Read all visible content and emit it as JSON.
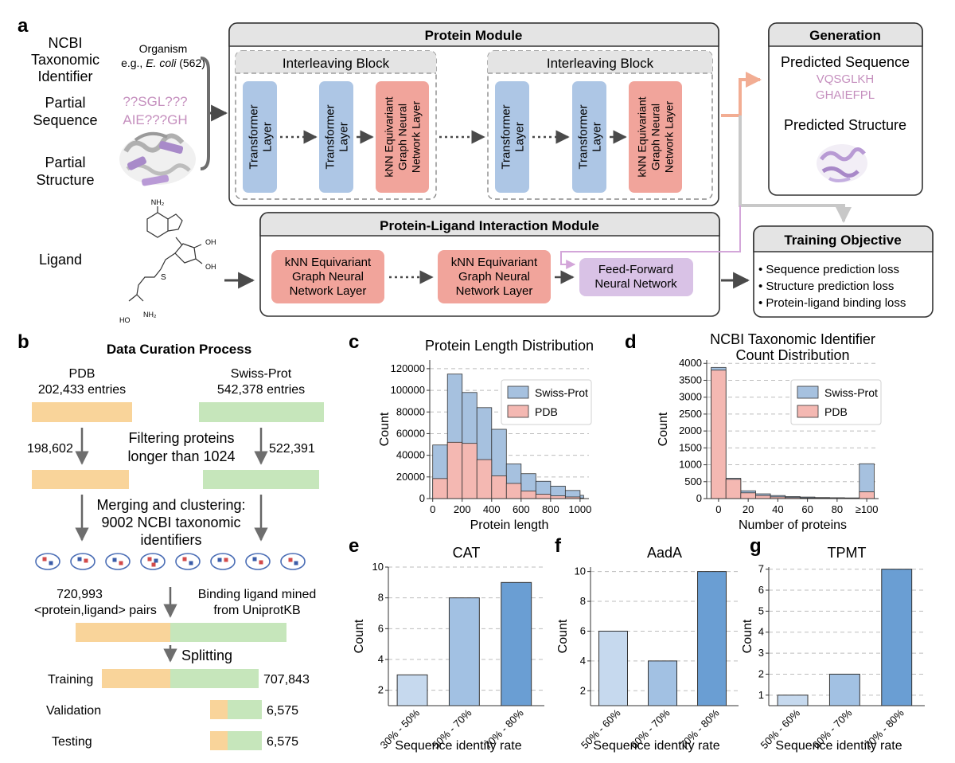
{
  "panel_labels": {
    "a": "a",
    "b": "b",
    "c": "c",
    "d": "d",
    "e": "e",
    "f": "f",
    "g": "g"
  },
  "inputs": {
    "ncbi": [
      "NCBI",
      "Taxonomic",
      "Identifier"
    ],
    "organism_label": "Organism",
    "organism_example": {
      "prefix": "e.g., ",
      "species": "E. coli",
      "suffix": " (562)"
    },
    "partial_sequence_label": [
      "Partial",
      "Sequence"
    ],
    "partial_sequence_value": [
      "??SGL???",
      "AIE???GH"
    ],
    "partial_structure_label": [
      "Partial",
      "Structure"
    ],
    "ligand_label": "Ligand",
    "ligand_atoms": {
      "nh2_top": "NH₂",
      "oh1": "OH",
      "oh2": "OH",
      "s": "S",
      "ho": "HO",
      "nh2_bottom": "NH₂"
    }
  },
  "protein_module": {
    "title": "Protein Module",
    "blocks": [
      {
        "title": "Interleaving Block",
        "layers": [
          [
            "Transformer",
            "Layer"
          ],
          [
            "Transformer",
            "Layer"
          ],
          [
            "kNN Equivariant",
            "Graph Neural",
            "Network Layer"
          ]
        ]
      },
      {
        "title": "Interleaving Block",
        "layers": [
          [
            "Transformer",
            "Layer"
          ],
          [
            "Transformer",
            "Layer"
          ],
          [
            "kNN Equivariant",
            "Graph Neural",
            "Network Layer"
          ]
        ]
      }
    ]
  },
  "interaction_module": {
    "title": "Protein-Ligand Interaction Module",
    "layers": [
      [
        "kNN Equivariant",
        "Graph Neural",
        "Network Layer"
      ],
      [
        "kNN Equivariant",
        "Graph Neural",
        "Network Layer"
      ],
      [
        "Feed-Forward",
        "Neural Network"
      ]
    ]
  },
  "generation": {
    "title": "Generation",
    "seq_label": "Predicted Sequence",
    "seq_value": [
      "VQSGLKH",
      "GHAIEFPL"
    ],
    "struct_label": "Predicted Structure"
  },
  "training_objective": {
    "title": "Training Objective",
    "items": [
      "Sequence prediction loss",
      "Structure prediction loss",
      "Protein-ligand binding loss"
    ]
  },
  "curation": {
    "title": "Data Curation Process",
    "pdb": [
      "PDB",
      "202,433 entries"
    ],
    "swiss": [
      "Swiss-Prot",
      "542,378 entries"
    ],
    "filter_text": [
      "Filtering proteins",
      "longer than 1024"
    ],
    "pdb_after": "198,602",
    "swiss_after": "522,391",
    "merge_text": [
      "Merging and clustering:",
      "9002 NCBI taxonomic",
      "identifiers"
    ],
    "pairs_text": [
      "720,993",
      "<protein,ligand> pairs"
    ],
    "ligand_text": [
      "Binding ligand mined",
      "from UniprotKB"
    ],
    "splitting": "Splitting",
    "splits": [
      {
        "label": "Training",
        "value": "707,843"
      },
      {
        "label": "Validation",
        "value": "6,575"
      },
      {
        "label": "Testing",
        "value": "6,575"
      }
    ]
  },
  "colors": {
    "transformer": "#adc6e5",
    "gnn": "#f1a49b",
    "ffn": "#d9c2e6",
    "orange": "#f9d49a",
    "green": "#c6e6bb",
    "swiss": "#a6c1df",
    "pdb": "#f4b8b2",
    "purple_text": "#c58fbe",
    "arrow_salmon": "#f2ad93",
    "arrow_gray": "#c8c8c8",
    "header": "#e4e4e4",
    "bar_light": "#c6d9ee",
    "bar_mid": "#a2c1e3",
    "bar_dark": "#6a9ed3"
  },
  "chart_data": [
    {
      "id": "c",
      "type": "bar",
      "title": "Protein Length Distribution",
      "xlabel": "Protein length",
      "ylabel": "Count",
      "bin_edges": [
        0,
        100,
        200,
        300,
        400,
        500,
        600,
        700,
        800,
        900,
        1000,
        1024
      ],
      "xticks": [
        0,
        200,
        400,
        600,
        800,
        1000
      ],
      "yticks": [
        0,
        20000,
        40000,
        60000,
        80000,
        100000,
        120000
      ],
      "ylim": [
        0,
        128000
      ],
      "legend": "top-right",
      "series": [
        {
          "name": "Swiss-Prot",
          "values": [
            49500,
            115000,
            98000,
            84000,
            64000,
            32000,
            23000,
            16000,
            11500,
            7500,
            3000
          ]
        },
        {
          "name": "PDB",
          "values": [
            18500,
            52000,
            51000,
            36000,
            21000,
            14000,
            7000,
            4000,
            2500,
            1500,
            500
          ]
        }
      ]
    },
    {
      "id": "d",
      "type": "bar",
      "title": [
        "NCBI Taxonomic Identifier",
        "Count Distribution"
      ],
      "xlabel": "Number of proteins",
      "ylabel": "Count",
      "bin_edges": [
        0,
        10,
        20,
        30,
        40,
        50,
        60,
        70,
        80,
        90,
        100,
        110
      ],
      "xticks": [
        "0",
        "20",
        "40",
        "60",
        "80",
        "≥100"
      ],
      "yticks": [
        0,
        500,
        1000,
        1500,
        2000,
        2500,
        3000,
        3500,
        4000
      ],
      "ylim": [
        0,
        4100
      ],
      "legend": "top-right",
      "series": [
        {
          "name": "Swiss-Prot",
          "values": [
            3880,
            600,
            230,
            140,
            90,
            60,
            45,
            30,
            25,
            20,
            1030
          ]
        },
        {
          "name": "PDB",
          "values": [
            3800,
            570,
            170,
            90,
            50,
            30,
            20,
            15,
            10,
            10,
            200
          ]
        }
      ]
    },
    {
      "id": "e",
      "type": "bar",
      "title": "CAT",
      "xlabel": "Sequence identity rate",
      "ylabel": "Count",
      "categories": [
        "30% - 50%",
        "50% - 70%",
        "70% - 80%"
      ],
      "values": [
        3,
        8,
        9
      ],
      "ylim": [
        1,
        10
      ],
      "yticks": [
        2,
        4,
        6,
        8,
        10
      ]
    },
    {
      "id": "f",
      "type": "bar",
      "title": "AadA",
      "xlabel": "Sequence identity rate",
      "ylabel": "Count",
      "categories": [
        "50% - 60%",
        "60% - 70%",
        "70% - 80%"
      ],
      "values": [
        6,
        4,
        10
      ],
      "ylim": [
        1,
        10.3
      ],
      "yticks": [
        2,
        4,
        6,
        8,
        10
      ]
    },
    {
      "id": "g",
      "type": "bar",
      "title": "TPMT",
      "xlabel": "Sequence identity rate",
      "ylabel": "Count",
      "categories": [
        "50% - 60%",
        "60% - 70%",
        "70% - 80%"
      ],
      "values": [
        1,
        2,
        7
      ],
      "ylim": [
        0.5,
        7.1
      ],
      "yticks": [
        1,
        2,
        3,
        4,
        5,
        6,
        7
      ]
    }
  ]
}
